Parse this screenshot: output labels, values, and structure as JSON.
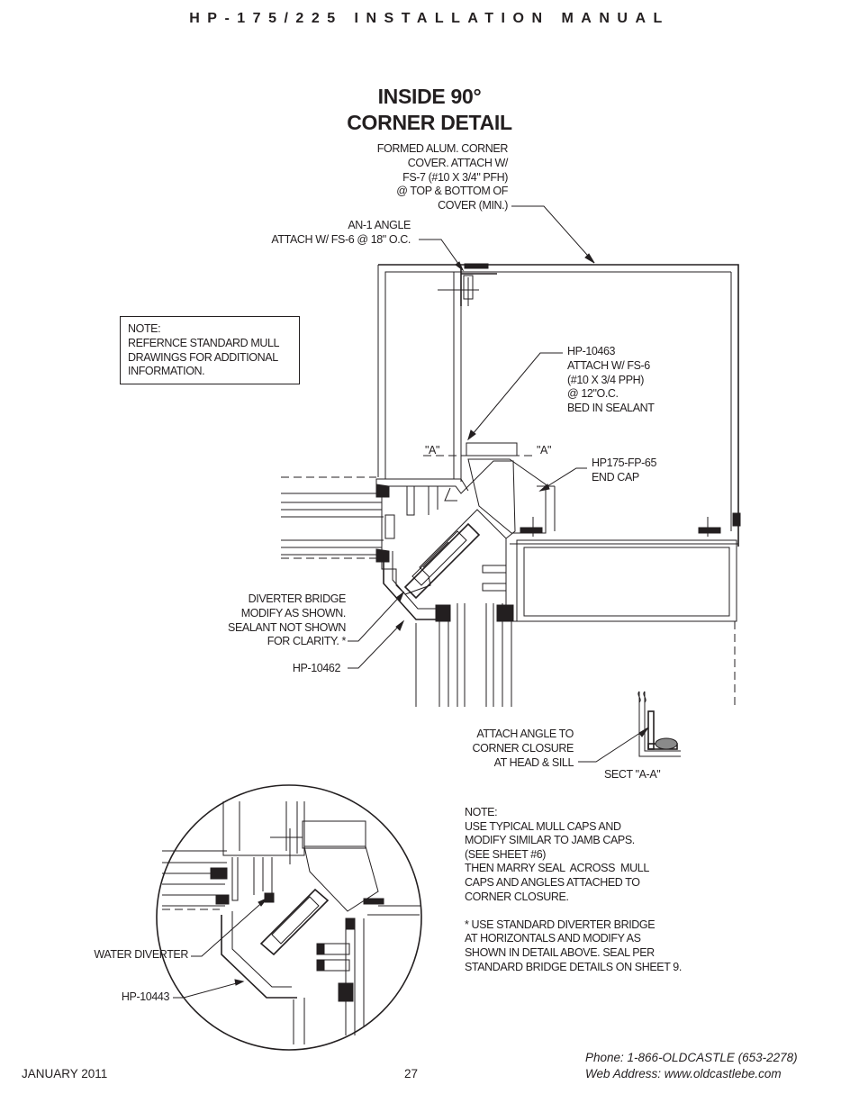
{
  "header": {
    "manual_title": "HP-175/225 INSTALLATION MANUAL"
  },
  "title": {
    "line1": "INSIDE 90°",
    "line2": "CORNER DETAIL"
  },
  "callouts": {
    "corner_cover": "FORMED ALUM. CORNER\nCOVER. ATTACH W/\nFS-7 (#10 X 3/4\" PFH)\n@ TOP & BOTTOM OF\nCOVER (MIN.)",
    "angle": "AN-1 ANGLE\nATTACH W/ FS-6 @ 18\" O.C.",
    "hp10463": "HP-10463\nATTACH W/ FS-6\n(#10 X 3/4 PPH)\n@ 12\"O.C.\nBED IN SEALANT",
    "section_a_left": "\"A\"",
    "section_a_right": "\"A\"",
    "end_cap": "HP175-FP-65\nEND CAP",
    "diverter_bridge": "DIVERTER BRIDGE\nMODIFY AS SHOWN.\nSEALANT NOT SHOWN\nFOR CLARITY. *",
    "hp10462": "HP-10462",
    "attach_angle": "ATTACH ANGLE TO\nCORNER CLOSURE\nAT HEAD & SILL",
    "section_aa": "SECT \"A-A\"",
    "water_diverter": "WATER DIVERTER",
    "hp10443": "HP-10443"
  },
  "notes": {
    "note1": "NOTE:\nREFERNCE STANDARD MULL\nDRAWINGS FOR ADDITIONAL\nINFORMATION.",
    "note2": "NOTE:\nUSE TYPICAL MULL CAPS AND\nMODIFY SIMILAR TO JAMB CAPS.\n(SEE SHEET #6)\nTHEN MARRY SEAL  ACROSS  MULL\nCAPS AND ANGLES ATTACHED TO\nCORNER CLOSURE.\n\n* USE STANDARD DIVERTER BRIDGE\nAT HORIZONTALS AND MODIFY AS\nSHOWN IN DETAIL ABOVE. SEAL PER\nSTANDARD BRIDGE DETAILS ON SHEET 9."
  },
  "footer": {
    "date": "JANUARY 2011",
    "page_number": "27",
    "phone": "Phone: 1-866-OLDCASTLE (653-2278)",
    "web": "Web Address: www.oldcastlebe.com"
  }
}
